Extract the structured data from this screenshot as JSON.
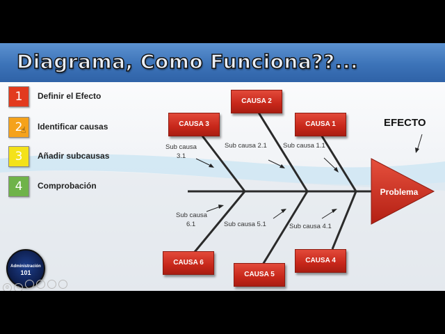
{
  "title": "Diagrama, Como Funciona??...",
  "steps": [
    {
      "number": "1",
      "label": "Definir el Efecto",
      "color": "#e23a1e"
    },
    {
      "number": "2",
      "label": "Identificar causas",
      "color": "#f5a21b"
    },
    {
      "number": "3",
      "label": "Añadir subcausas",
      "color": "#f4e21a"
    },
    {
      "number": "4",
      "label": "Comprobación",
      "color": "#6fb34a"
    }
  ],
  "diagram": {
    "effect_label": "EFECTO",
    "problem_label": "Problema",
    "causes": {
      "c1": "CAUSA 1",
      "c2": "CAUSA 2",
      "c3": "CAUSA 3",
      "c4": "CAUSA 4",
      "c5": "CAUSA 5",
      "c6": "CAUSA 6"
    },
    "subcauses": {
      "s11": "Sub causa 1.1",
      "s21": "Sub causa 2.1",
      "s31_a": "Sub causa",
      "s31_b": "3.1",
      "s41": "Sub causa 4.1",
      "s51": "Sub causa 5.1",
      "s61_a": "Sub causa",
      "s61_b": "6.1"
    },
    "colors": {
      "box": "#c7271a",
      "arrow": "#d32a1c",
      "bone": "#2a2a2a",
      "title_bar": "#3c73b8"
    }
  },
  "logo": {
    "number": "101",
    "main": "Administración"
  },
  "icons": [
    "gear-icon",
    "user-icon",
    "circle-icon",
    "circle-icon",
    "circle-icon",
    "circle-icon"
  ]
}
